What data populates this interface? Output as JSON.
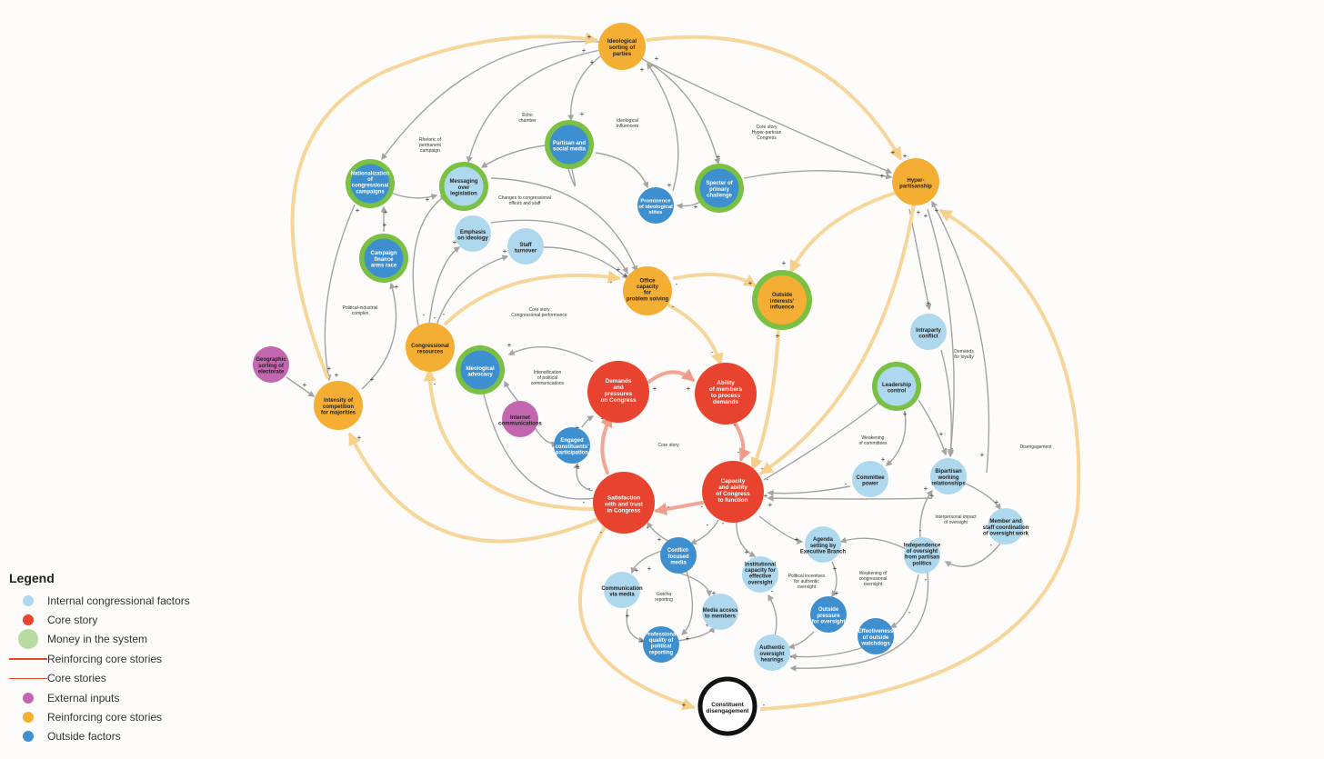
{
  "colors": {
    "core": "#e8432e",
    "reinforcing": "#f5ae34",
    "money": "#7ac043",
    "internal": "#add8ee",
    "outside": "#3d8fd0",
    "external": "#c266b0",
    "legend_money": "#b7dba0",
    "legend_line": "#e8432e",
    "reinforcing_arrow": "#f6d69a",
    "core_arrow": "#f0a595",
    "gray_arrow": "#a3a3a3"
  },
  "legend": {
    "title": "Legend",
    "items": [
      {
        "label": "Internal congressional factors",
        "kind": "dot",
        "color": "#add8ee"
      },
      {
        "label": "Core story",
        "kind": "dot",
        "color": "#e8432e"
      },
      {
        "label": "Money in the system",
        "kind": "dot-big",
        "color": "#b7dba0"
      },
      {
        "label": "Reinforcing core stories",
        "kind": "line",
        "color": "#e8432e"
      },
      {
        "label": "Core stories",
        "kind": "line",
        "color": "#e8432e"
      },
      {
        "label": "External inputs",
        "kind": "dot",
        "color": "#c266b0"
      },
      {
        "label": "Reinforcing core stories",
        "kind": "dot",
        "color": "#f5ae34"
      },
      {
        "label": "Outside factors",
        "kind": "dot",
        "color": "#3d8fd0"
      }
    ]
  },
  "nodes": [
    {
      "id": "ideological-sorting",
      "lines": [
        "Ideological",
        "sorting of",
        "parties"
      ],
      "type": "reinforcing",
      "ring": false
    },
    {
      "id": "hyper-partisanship",
      "lines": [
        "Hyper-",
        "partisanship"
      ],
      "type": "reinforcing",
      "ring": false
    },
    {
      "id": "nationalization",
      "lines": [
        "Nationalization",
        "of",
        "congressional",
        "campaigns"
      ],
      "type": "money",
      "ring": false
    },
    {
      "id": "messaging",
      "lines": [
        "Messaging",
        "over",
        "legislation"
      ],
      "type": "internal",
      "ring": true
    },
    {
      "id": "partisan-media",
      "lines": [
        "Partisan and",
        "social media"
      ],
      "type": "outside",
      "ring": true
    },
    {
      "id": "prominence",
      "lines": [
        "Prominence",
        "of ideological",
        "elites"
      ],
      "type": "outside",
      "ring": false
    },
    {
      "id": "specter",
      "lines": [
        "Specter of",
        "primary",
        "challenge"
      ],
      "type": "outside",
      "ring": true
    },
    {
      "id": "emphasis",
      "lines": [
        "Emphasis",
        "on ideology"
      ],
      "type": "internal",
      "ring": false
    },
    {
      "id": "staff-turnover",
      "lines": [
        "Staff",
        "turnover"
      ],
      "type": "internal",
      "ring": false
    },
    {
      "id": "campaign-finance",
      "lines": [
        "Campaign",
        "finance",
        "arms race"
      ],
      "type": "outside",
      "ring": true
    },
    {
      "id": "office-capacity",
      "lines": [
        "Office",
        "capacity",
        "for",
        "problem solving"
      ],
      "type": "reinforcing",
      "ring": false
    },
    {
      "id": "outside-interests",
      "lines": [
        "Outside",
        "interests'",
        "influence"
      ],
      "type": "reinforcing",
      "ring": true
    },
    {
      "id": "congressional-resources",
      "lines": [
        "Congressional",
        "resources"
      ],
      "type": "reinforcing",
      "ring": false
    },
    {
      "id": "geographic-sorting",
      "lines": [
        "Geographic",
        "sorting of",
        "electorate"
      ],
      "type": "external",
      "ring": false
    },
    {
      "id": "intensity",
      "lines": [
        "Intensity of",
        "competition",
        "for majorities"
      ],
      "type": "reinforcing",
      "ring": false
    },
    {
      "id": "ideological-advocacy",
      "lines": [
        "Ideological",
        "advocacy"
      ],
      "type": "outside",
      "ring": true
    },
    {
      "id": "demands",
      "lines": [
        "Demands",
        "and",
        "pressures",
        "on Congress"
      ],
      "type": "core",
      "ring": false
    },
    {
      "id": "ability-members",
      "lines": [
        "Ability",
        "of members",
        "to process",
        "demands"
      ],
      "type": "core",
      "ring": false
    },
    {
      "id": "intraparty",
      "lines": [
        "Intraparty",
        "conflict"
      ],
      "type": "internal",
      "ring": false
    },
    {
      "id": "leadership",
      "lines": [
        "Leadership",
        "control"
      ],
      "type": "internal",
      "ring": true
    },
    {
      "id": "internet",
      "lines": [
        "Internet",
        "communications"
      ],
      "type": "external",
      "ring": false
    },
    {
      "id": "engaged",
      "lines": [
        "Engaged",
        "constituents'",
        "participation"
      ],
      "type": "outside",
      "ring": false
    },
    {
      "id": "committee-power",
      "lines": [
        "Committee",
        "power"
      ],
      "type": "internal",
      "ring": false
    },
    {
      "id": "bipartisan",
      "lines": [
        "Bipartisan",
        "working",
        "relationships"
      ],
      "type": "internal",
      "ring": false
    },
    {
      "id": "satisfaction",
      "lines": [
        "Satisfaction",
        "with and trust",
        "in Congress"
      ],
      "type": "core",
      "ring": false
    },
    {
      "id": "capacity",
      "lines": [
        "Capacity",
        "and ability",
        "of Congress",
        "to function"
      ],
      "type": "core",
      "ring": false
    },
    {
      "id": "member-staff",
      "lines": [
        "Member and",
        "staff coordination",
        "of oversight work"
      ],
      "type": "internal",
      "ring": false
    },
    {
      "id": "agenda",
      "lines": [
        "Agenda",
        "setting by",
        "Executive Branch"
      ],
      "type": "internal",
      "ring": false
    },
    {
      "id": "independence",
      "lines": [
        "Independence",
        "of oversight",
        "from partisan",
        "politics"
      ],
      "type": "internal",
      "ring": false
    },
    {
      "id": "conflict-media",
      "lines": [
        "Conflict-",
        "focused",
        "media"
      ],
      "type": "outside",
      "ring": false
    },
    {
      "id": "communication-media",
      "lines": [
        "Communication",
        "via media"
      ],
      "type": "internal",
      "ring": false
    },
    {
      "id": "institutional-capacity",
      "lines": [
        "Institutional",
        "capacity for",
        "effective",
        "oversight"
      ],
      "type": "internal",
      "ring": false
    },
    {
      "id": "media-access",
      "lines": [
        "Media access",
        "to members"
      ],
      "type": "internal",
      "ring": false
    },
    {
      "id": "outside-pressure",
      "lines": [
        "Outside",
        "pressure",
        "for oversight"
      ],
      "type": "outside",
      "ring": false
    },
    {
      "id": "effectiveness",
      "lines": [
        "Effectiveness",
        "of outside",
        "watchdogs"
      ],
      "type": "outside",
      "ring": false
    },
    {
      "id": "professional-quality",
      "lines": [
        "Professional",
        "quality of",
        "political",
        "reporting"
      ],
      "type": "outside",
      "ring": false
    },
    {
      "id": "authentic-hearings",
      "lines": [
        "Authentic",
        "oversight",
        "hearings"
      ],
      "type": "internal",
      "ring": false
    },
    {
      "id": "constituent-disengagement",
      "lines": [
        "Constituent",
        "disengagement"
      ],
      "type": "terminal",
      "ring": false
    }
  ],
  "notes": [
    {
      "lines": [
        "Echo",
        "chamber"
      ]
    },
    {
      "lines": [
        "Ideological",
        "influencers"
      ]
    },
    {
      "lines": [
        "Rhetoric of",
        "permanent",
        "campaign"
      ]
    },
    {
      "lines": [
        "Core story",
        "Hyper-partisan",
        "Congress"
      ]
    },
    {
      "lines": [
        "Changes to congressional",
        "offices and staff"
      ]
    },
    {
      "lines": [
        "Political-industrial",
        "complex"
      ]
    },
    {
      "lines": [
        "Core story",
        "Congressional performance"
      ]
    },
    {
      "lines": [
        "Demands",
        "for loyalty"
      ]
    },
    {
      "lines": [
        "Intensification",
        "of political",
        "communications"
      ]
    },
    {
      "lines": [
        "Weakening",
        "of committees"
      ]
    },
    {
      "lines": [
        "Core story"
      ]
    },
    {
      "lines": [
        "Disengagement"
      ]
    },
    {
      "lines": [
        "Interpersonal impact",
        "of oversight"
      ]
    },
    {
      "lines": [
        "Political incentives",
        "for authentic",
        "oversight"
      ]
    },
    {
      "lines": [
        "Weakening of",
        "congressional",
        "oversight"
      ]
    },
    {
      "lines": [
        "Gotcha",
        "reporting"
      ]
    }
  ]
}
